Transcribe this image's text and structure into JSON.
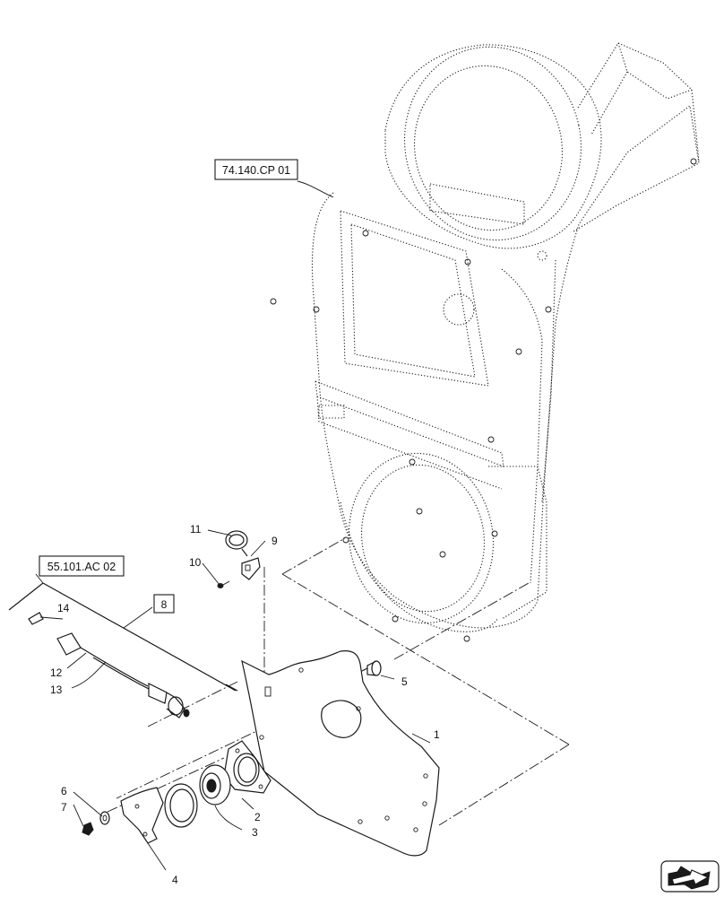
{
  "references": {
    "frame_ref": "74.140.CP 01",
    "harness_ref": "55.101.AC 02"
  },
  "callouts": {
    "c1": "1",
    "c2": "2",
    "c3": "3",
    "c4": "4",
    "c5": "5",
    "c6": "6",
    "c7": "7",
    "c8": "8",
    "c9": "9",
    "c10": "10",
    "c11": "11",
    "c12": "12",
    "c13": "13",
    "c14": "14"
  },
  "icons": {
    "navigation": "orientation-arrow-icon"
  }
}
